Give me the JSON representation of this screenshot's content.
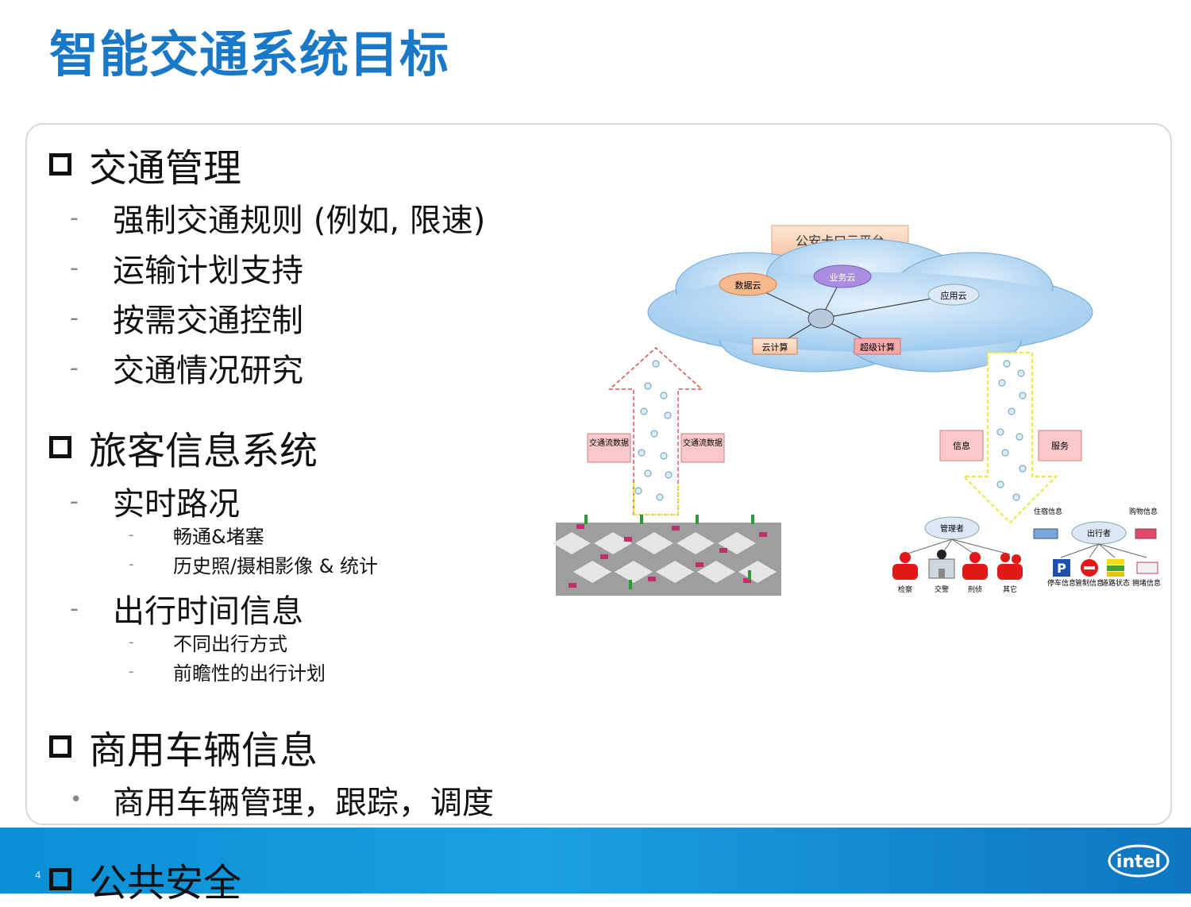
{
  "title": "智能交通系统目标",
  "sections": [
    {
      "heading": "交通管理",
      "items": [
        "强制交通规则 (例如, 限速)",
        "运输计划支持",
        "按需交通控制",
        "交通情况研究"
      ]
    },
    {
      "heading": "旅客信息系统",
      "sub_items": [
        {
          "label": "实时路况",
          "children": [
            "畅通&堵塞",
            "历史照/摄相影像 & 统计"
          ]
        },
        {
          "label": "出行时间信息",
          "children": [
            "不同出行方式",
            "前瞻性的出行计划"
          ]
        }
      ]
    },
    {
      "heading": "商用车辆信息",
      "items": [
        "商用车辆管理，跟踪，调度"
      ]
    },
    {
      "heading": "公共安全"
    }
  ],
  "markers": {
    "dash": "-",
    "bullet": "•"
  },
  "page_number": "4",
  "logo_text": "intel",
  "diagram": {
    "platform": "公安卡口云平台",
    "cloud_nodes": [
      "数据云",
      "业务云",
      "应用云",
      "云计算",
      "超级计算"
    ],
    "left_labels": [
      "交通流数据",
      "交通流数据"
    ],
    "right_labels": [
      "信息",
      "服务"
    ],
    "manager_cloud": "管理者",
    "traveler_cloud": "出行者",
    "people": [
      "检察",
      "交警",
      "刑侦",
      "其它"
    ],
    "info_top": [
      "住宿信息",
      "购物信息"
    ],
    "info_bottom": [
      "停车信息",
      "管制信息",
      "道路状态",
      "拥堵信息"
    ]
  },
  "colors": {
    "title": "#1a78c8",
    "bar": "#0a8fd6"
  }
}
